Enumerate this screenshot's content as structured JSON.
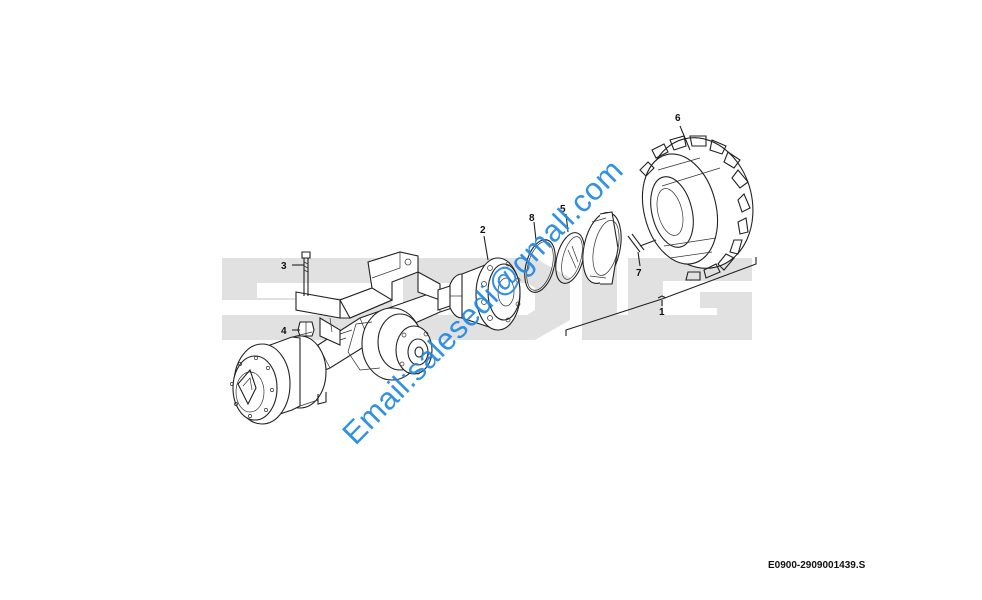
{
  "brand_watermark": "SDLG",
  "contact_watermark": "Email:salesedi@gmall.com",
  "document_code": "E0900-2909001439.S",
  "callouts": {
    "c1": "1",
    "c2": "2",
    "c3": "3",
    "c4": "4",
    "c5": "5",
    "c6": "6",
    "c7": "7",
    "c8": "8"
  },
  "colors": {
    "watermark_brand_gray": "#e1e1e1",
    "watermark_email_blue": "#1e88e5",
    "line_art": "#222222"
  }
}
